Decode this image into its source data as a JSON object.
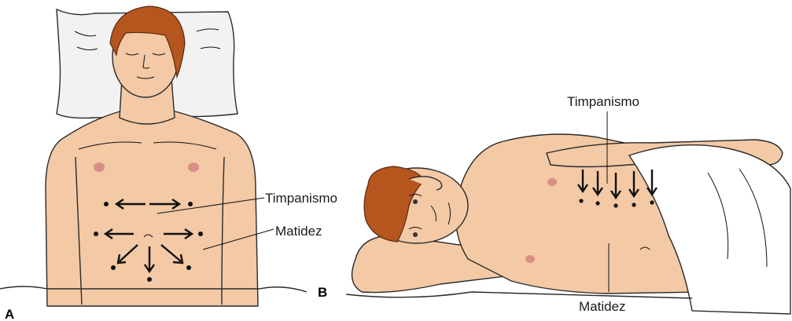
{
  "panel_a": {
    "letter": "A",
    "label_tympany": "Timpanismo",
    "label_dullness": "Matidez"
  },
  "panel_b": {
    "letter": "B",
    "label_tympany": "Timpanismo",
    "label_dullness": "Matidez"
  },
  "colors": {
    "skin": "#f3c9a6",
    "hair": "#b5561f",
    "nipple": "#d98f85",
    "sheet": "#ffffff",
    "pillow": "#f2f2f2"
  }
}
